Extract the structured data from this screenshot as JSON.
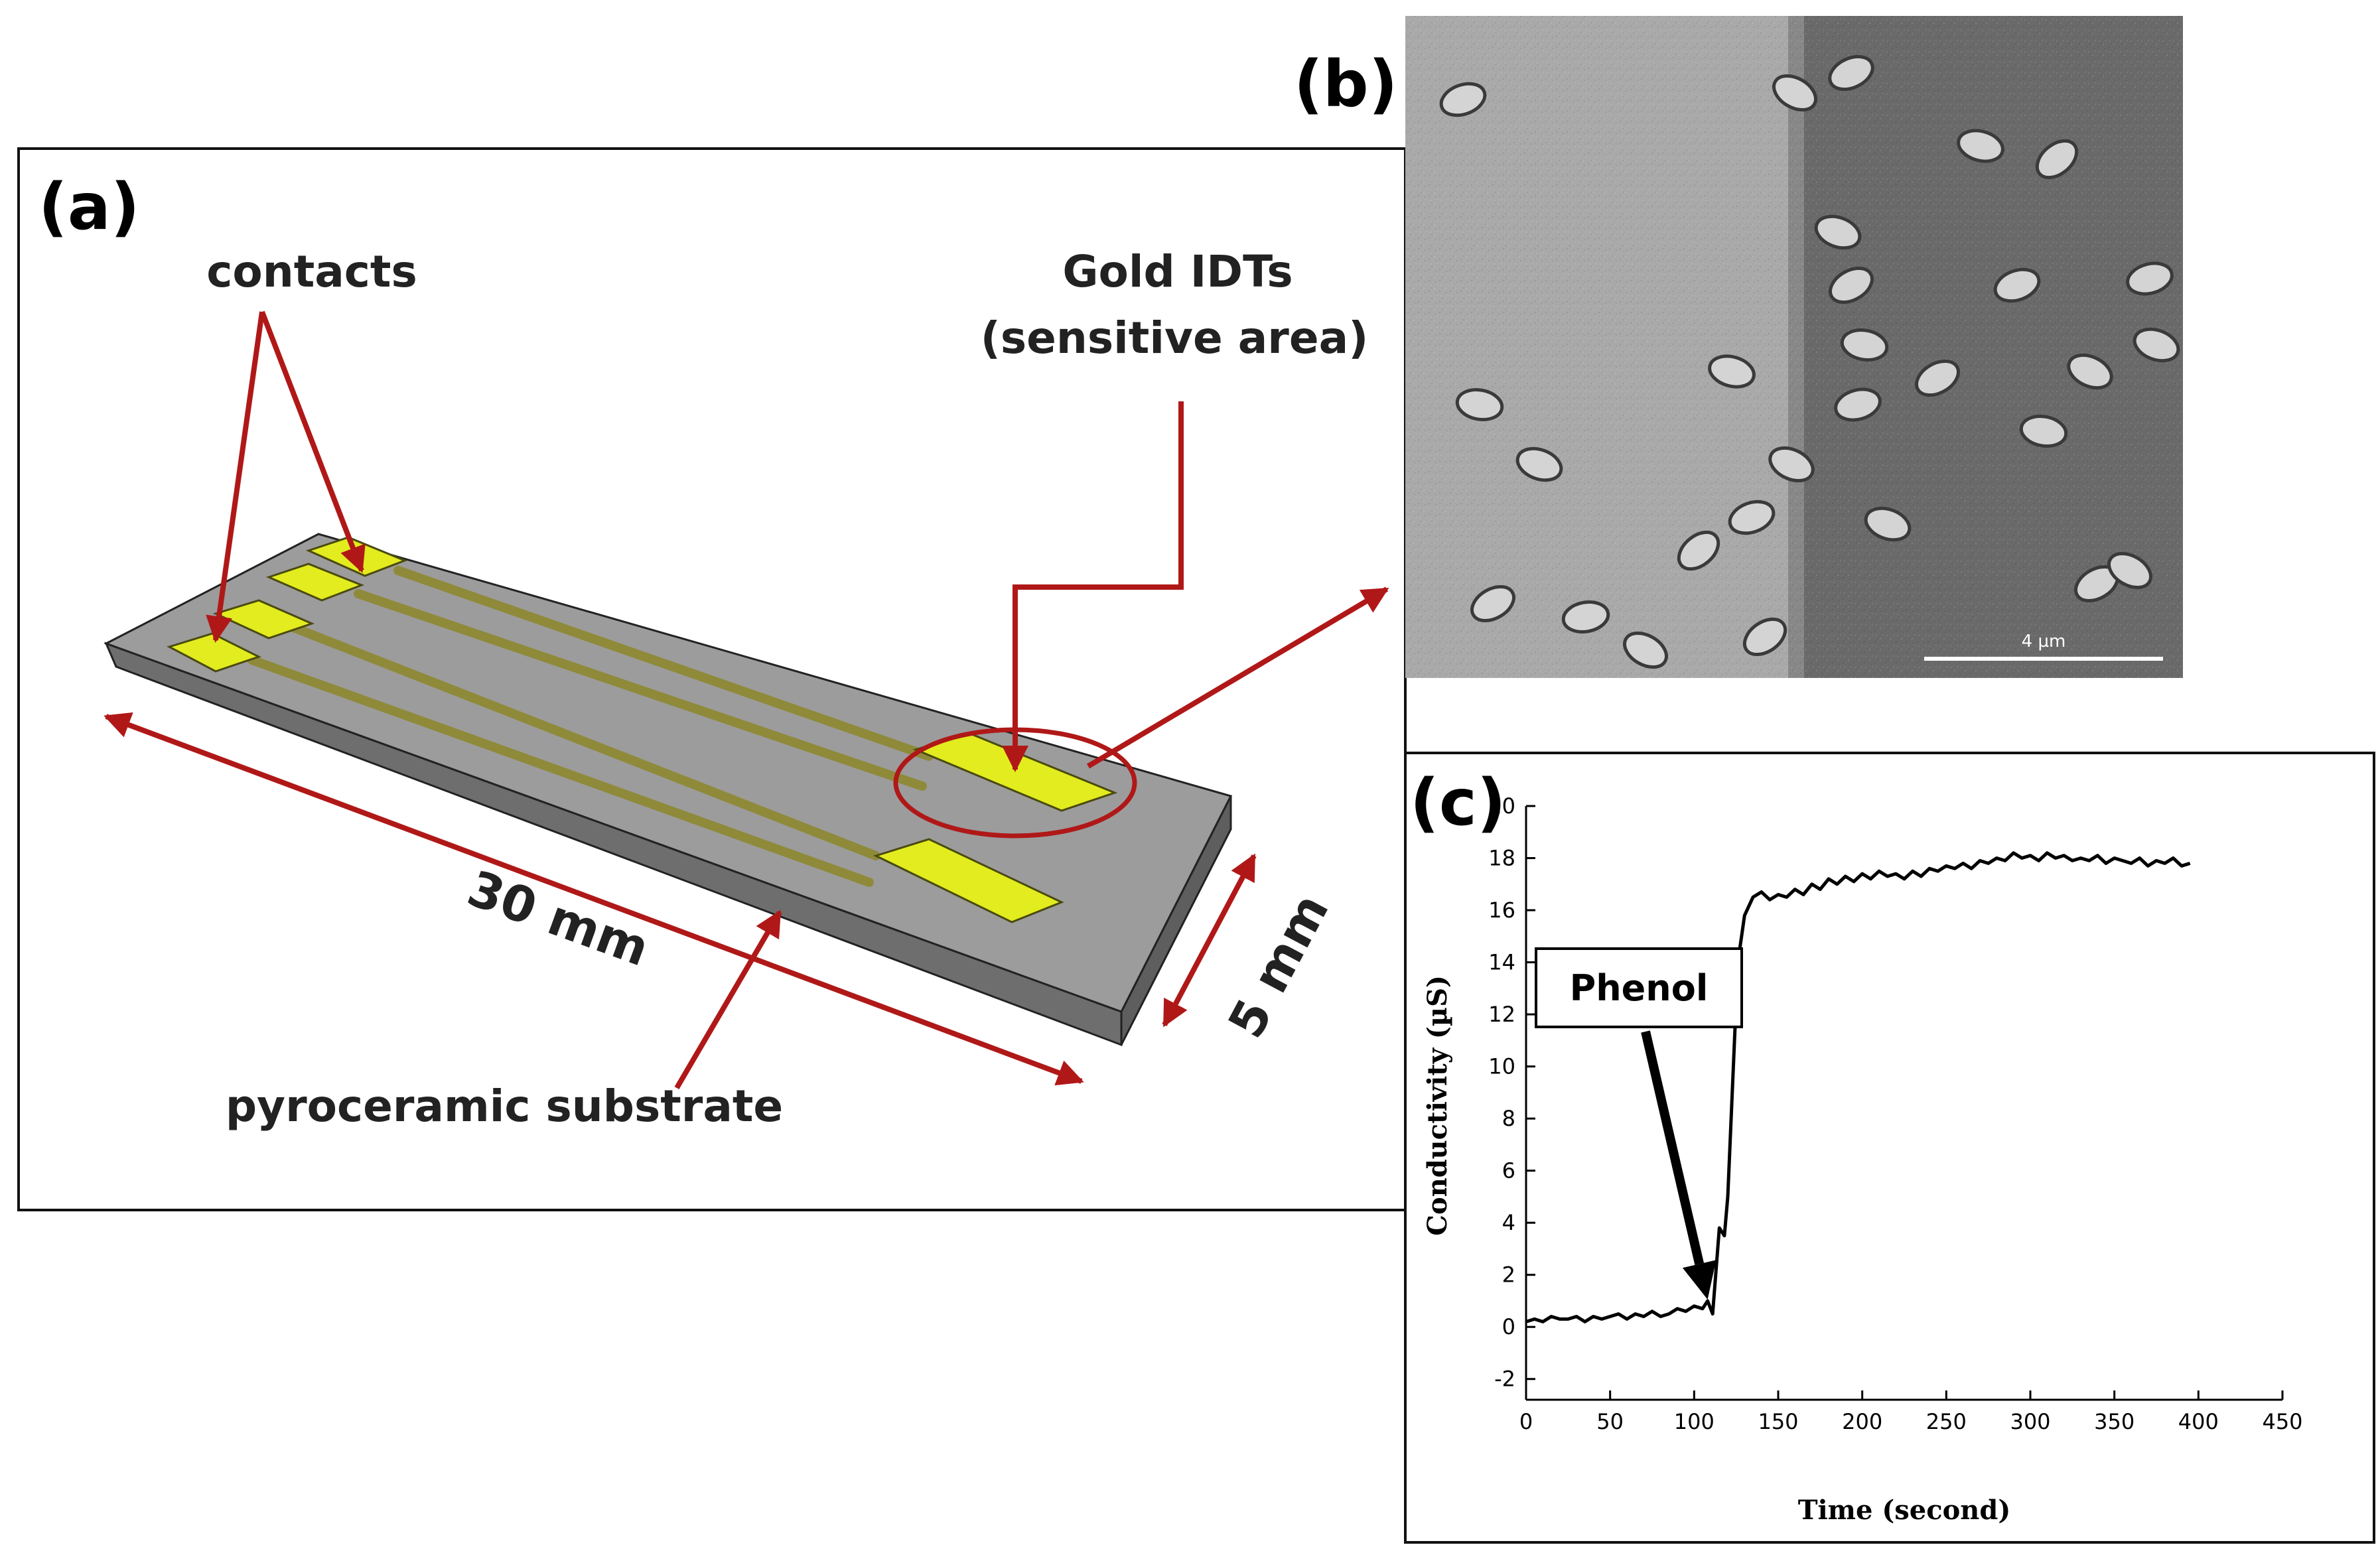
{
  "panel_a": {
    "label": "(a)",
    "contacts_label": "contacts",
    "gold_idts_line1": "Gold IDTs",
    "gold_idts_line2": "(sensitive area)",
    "length_label": "30 mm",
    "width_label": "5 mm",
    "substrate_label": "pyroceramic substrate"
  },
  "panel_b": {
    "label": "(b)",
    "scale_bar_label": "4 µm"
  },
  "panel_c": {
    "label": "(c)",
    "annotation": "Phenol"
  },
  "colors": {
    "arrow_red": "#b01818",
    "gold_pad": "#e2ec1e",
    "substrate_top": "#9c9c9c",
    "substrate_side": "#6e6e6e",
    "curve": "#000000"
  },
  "chart_data": {
    "type": "line",
    "xlabel": "Time (second)",
    "ylabel": "Conductivity (µS)",
    "xlim": [
      0,
      450
    ],
    "ylim": [
      -3,
      20
    ],
    "xticks": [
      0,
      50,
      100,
      150,
      200,
      250,
      300,
      350,
      400,
      450
    ],
    "yticks": [
      -2,
      0,
      2,
      4,
      6,
      8,
      10,
      12,
      14,
      16,
      18,
      20
    ],
    "x": [
      0,
      5,
      10,
      15,
      20,
      25,
      30,
      35,
      40,
      45,
      50,
      55,
      60,
      65,
      70,
      75,
      80,
      85,
      90,
      95,
      100,
      105,
      108,
      111,
      115,
      118,
      120,
      123,
      126,
      130,
      135,
      140,
      145,
      150,
      155,
      160,
      165,
      170,
      175,
      180,
      185,
      190,
      195,
      200,
      205,
      210,
      215,
      220,
      225,
      230,
      235,
      240,
      245,
      250,
      255,
      260,
      265,
      270,
      275,
      280,
      285,
      290,
      295,
      300,
      305,
      310,
      315,
      320,
      325,
      330,
      335,
      340,
      345,
      350,
      355,
      360,
      365,
      370,
      375,
      380,
      385,
      390,
      395
    ],
    "y": [
      0.2,
      0.3,
      0.2,
      0.4,
      0.3,
      0.3,
      0.4,
      0.2,
      0.4,
      0.3,
      0.4,
      0.5,
      0.3,
      0.5,
      0.4,
      0.6,
      0.4,
      0.5,
      0.7,
      0.6,
      0.8,
      0.7,
      1.0,
      0.5,
      3.8,
      3.5,
      5.0,
      9.5,
      14.0,
      15.8,
      16.5,
      16.7,
      16.4,
      16.6,
      16.5,
      16.8,
      16.6,
      17.0,
      16.8,
      17.2,
      17.0,
      17.3,
      17.1,
      17.4,
      17.2,
      17.5,
      17.3,
      17.4,
      17.2,
      17.5,
      17.3,
      17.6,
      17.5,
      17.7,
      17.6,
      17.8,
      17.6,
      17.9,
      17.8,
      18.0,
      17.9,
      18.2,
      18.0,
      18.1,
      17.9,
      18.2,
      18.0,
      18.1,
      17.9,
      18.0,
      17.9,
      18.1,
      17.8,
      18.0,
      17.9,
      17.8,
      18.0,
      17.7,
      17.9,
      17.8,
      18.0,
      17.7,
      17.8
    ]
  }
}
